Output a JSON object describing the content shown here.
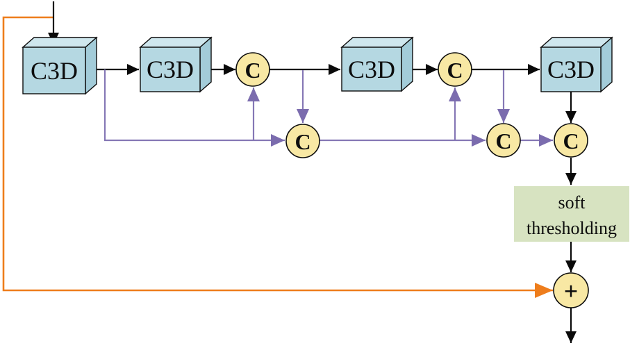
{
  "diagram": {
    "blocks": [
      {
        "label": "C3D"
      },
      {
        "label": "C3D"
      },
      {
        "label": "C3D"
      },
      {
        "label": "C3D"
      }
    ],
    "concat_nodes": [
      {
        "label": "C"
      },
      {
        "label": "C"
      },
      {
        "label": "C"
      },
      {
        "label": "C"
      },
      {
        "label": "C"
      }
    ],
    "soft_threshold_box": {
      "line1": "soft",
      "line2": "thresholding"
    },
    "sum_node": {
      "label": "+"
    },
    "colors": {
      "block_front": "#b5d8e2",
      "block_top": "#cfe7ee",
      "block_side": "#a3ccd9",
      "node_fill": "#f8e8a4",
      "soft_box_fill": "#d7e3c1",
      "edge_black": "#0a0a0a",
      "edge_purple": "#8577b5",
      "arrow_purple": "#7b6cae",
      "edge_orange": "#ee7d1c"
    }
  }
}
